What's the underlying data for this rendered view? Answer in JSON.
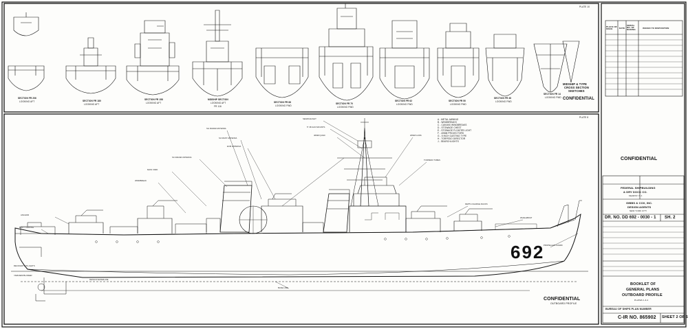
{
  "plates": {
    "top": "PLATE 10",
    "bottom": "PLATE 8"
  },
  "sections": [
    {
      "label": "SECTION FR 206",
      "sub": "LOOKING AFT"
    },
    {
      "label": "SECTION FR 180",
      "sub": "LOOKING AFT"
    },
    {
      "label": "SECTION FR 158",
      "sub": "LOOKING AFT"
    },
    {
      "label": "MIDSHIP SECTION",
      "sub": "LOOKING AFT",
      "sub2": "FR 116"
    },
    {
      "label": "SECTION FR 88",
      "sub": "LOOKING FWD"
    },
    {
      "label": "SECTION FR 70",
      "sub": "LOOKING FWD"
    },
    {
      "label": "SECTION FR 62",
      "sub": "LOOKING FWD"
    },
    {
      "label": "SECTION FR 50",
      "sub": "LOOKING FWD"
    },
    {
      "label": "SECTION FR 38",
      "sub": "LOOKING FWD"
    },
    {
      "label": "SECTION FR 14",
      "sub": "LOOKING FWD"
    }
  ],
  "midship_note": {
    "line1": "MIDSHIP & TYPE",
    "line2": "CROSS SECTION",
    "line3": "SKETCHES"
  },
  "confidential": "CONFIDENTIAL",
  "hull_number": "692",
  "profile_caption": {
    "line1": "CONFIDENTIAL",
    "line2": "OUTBOARD PROFILE"
  },
  "legend": [
    "A - METAL AWNING",
    "B - WINDBREAKS",
    "C - CANVAS WINDBREAKS",
    "D - STOWAGE CHEST",
    "E - STOWAGE FLOATER LIGHT",
    "F - 40MM PROJECTORS",
    "G - 5 INCH CASTING TYPE",
    "H - TORPEDO DIRECTOR",
    "J - SEARCHLIGHTS"
  ],
  "revision_table": {
    "headers": [
      "PLACE OF ISSUE",
      "DATE",
      "SERIAL NO. OF MAKING",
      "ISSUED TO DISPOSITION"
    ]
  },
  "title_block": {
    "builder": "FEDERAL SHIPBUILDING",
    "builder2": "& DRY DOCK CO.",
    "builder3": "KEARNY, N.J.",
    "designer": "GIBBS & COX, INC.",
    "designer2": "DESIGN AGENTS",
    "designer3": "NEW YORK CITY",
    "dr_no": "DR. NO. DD 692 - 0030 - 1",
    "sheet": "SH. 2",
    "booklet1": "BOOKLET OF",
    "booklet2": "GENERAL PLANS",
    "booklet3": "OUTBOARD PROFILE",
    "booklet4": "PLATES 1 & 2",
    "bureau": "BUREAU OF SHIPS PLAN NUMBER",
    "plan_no": "C-IR NO. 865902",
    "sheet_of": "SHEET 2 OF 5"
  },
  "callouts": {
    "c1": "SG RADAR ANTENNA",
    "c2": "SU MAST ANTENNA",
    "c3": "ECM ANTENNA",
    "c4": "SC RADAR ANTENNA",
    "c5": "MAIN YARD",
    "c6": "WINDBREAK",
    "c7": "SEARCHLIGHT",
    "c8": "5\" 38 GUN MOUNTS",
    "c9": "40MM QUAD",
    "c10": "20MM GUNS",
    "c11": "TORPEDO TUBES",
    "c12": "DEPTH CHARGE RACKS",
    "c13": "WHALEBOAT",
    "c14": "ANCHOR",
    "c15": "BOOT TOPPING",
    "c16": "PROPELLER GUARD",
    "c17": "BASE LINE",
    "c18": "DESIGN WATERLINE",
    "c19": "RECOGNITION LIGHTS",
    "c20": "YARDARM BLINKER"
  }
}
